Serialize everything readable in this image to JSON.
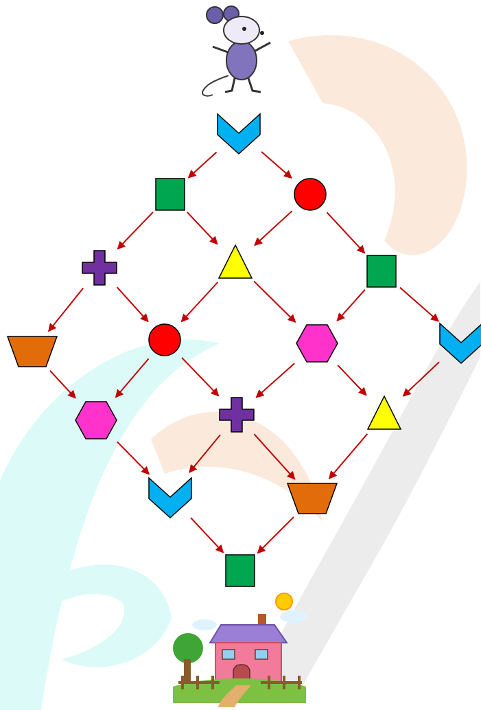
{
  "colors": {
    "background": "#ffffff",
    "arrow": "#c00000",
    "green": "#00a650",
    "red": "#ff0000",
    "purple": "#7030a0",
    "yellow": "#ffff00",
    "orange": "#e36c0a",
    "magenta": "#ff33cc",
    "blue": "#00b0f0",
    "watermark_orange": "#fbeadc",
    "watermark_cyan": "#dcfbf8",
    "watermark_grey": "#ececec"
  },
  "start": {
    "icon": "mouse-icon"
  },
  "end": {
    "icon": "house-icon"
  },
  "nodes": [
    {
      "id": "n0",
      "shape": "chevron",
      "color": "blue"
    },
    {
      "id": "n1",
      "shape": "square",
      "color": "green"
    },
    {
      "id": "n2",
      "shape": "circle",
      "color": "red"
    },
    {
      "id": "n3",
      "shape": "cross",
      "color": "purple"
    },
    {
      "id": "n4",
      "shape": "triangle",
      "color": "yellow"
    },
    {
      "id": "n5",
      "shape": "square",
      "color": "green"
    },
    {
      "id": "n6",
      "shape": "trapezoid",
      "color": "orange"
    },
    {
      "id": "n7",
      "shape": "circle",
      "color": "red"
    },
    {
      "id": "n8",
      "shape": "hexagon",
      "color": "magenta"
    },
    {
      "id": "n9",
      "shape": "chevron",
      "color": "blue"
    },
    {
      "id": "n10",
      "shape": "hexagon",
      "color": "magenta"
    },
    {
      "id": "n11",
      "shape": "cross",
      "color": "purple"
    },
    {
      "id": "n12",
      "shape": "triangle",
      "color": "yellow"
    },
    {
      "id": "n13",
      "shape": "chevron",
      "color": "blue"
    },
    {
      "id": "n14",
      "shape": "trapezoid",
      "color": "orange"
    },
    {
      "id": "n15",
      "shape": "square",
      "color": "green"
    }
  ],
  "edges": [
    [
      "n0",
      "n1"
    ],
    [
      "n0",
      "n2"
    ],
    [
      "n1",
      "n3"
    ],
    [
      "n1",
      "n4"
    ],
    [
      "n2",
      "n4"
    ],
    [
      "n2",
      "n5"
    ],
    [
      "n3",
      "n6"
    ],
    [
      "n3",
      "n7"
    ],
    [
      "n4",
      "n7"
    ],
    [
      "n4",
      "n8"
    ],
    [
      "n5",
      "n8"
    ],
    [
      "n5",
      "n9"
    ],
    [
      "n6",
      "n10"
    ],
    [
      "n7",
      "n10"
    ],
    [
      "n7",
      "n11"
    ],
    [
      "n8",
      "n11"
    ],
    [
      "n8",
      "n12"
    ],
    [
      "n9",
      "n12"
    ],
    [
      "n10",
      "n13"
    ],
    [
      "n11",
      "n13"
    ],
    [
      "n11",
      "n14"
    ],
    [
      "n12",
      "n14"
    ],
    [
      "n13",
      "n15"
    ],
    [
      "n14",
      "n15"
    ]
  ]
}
